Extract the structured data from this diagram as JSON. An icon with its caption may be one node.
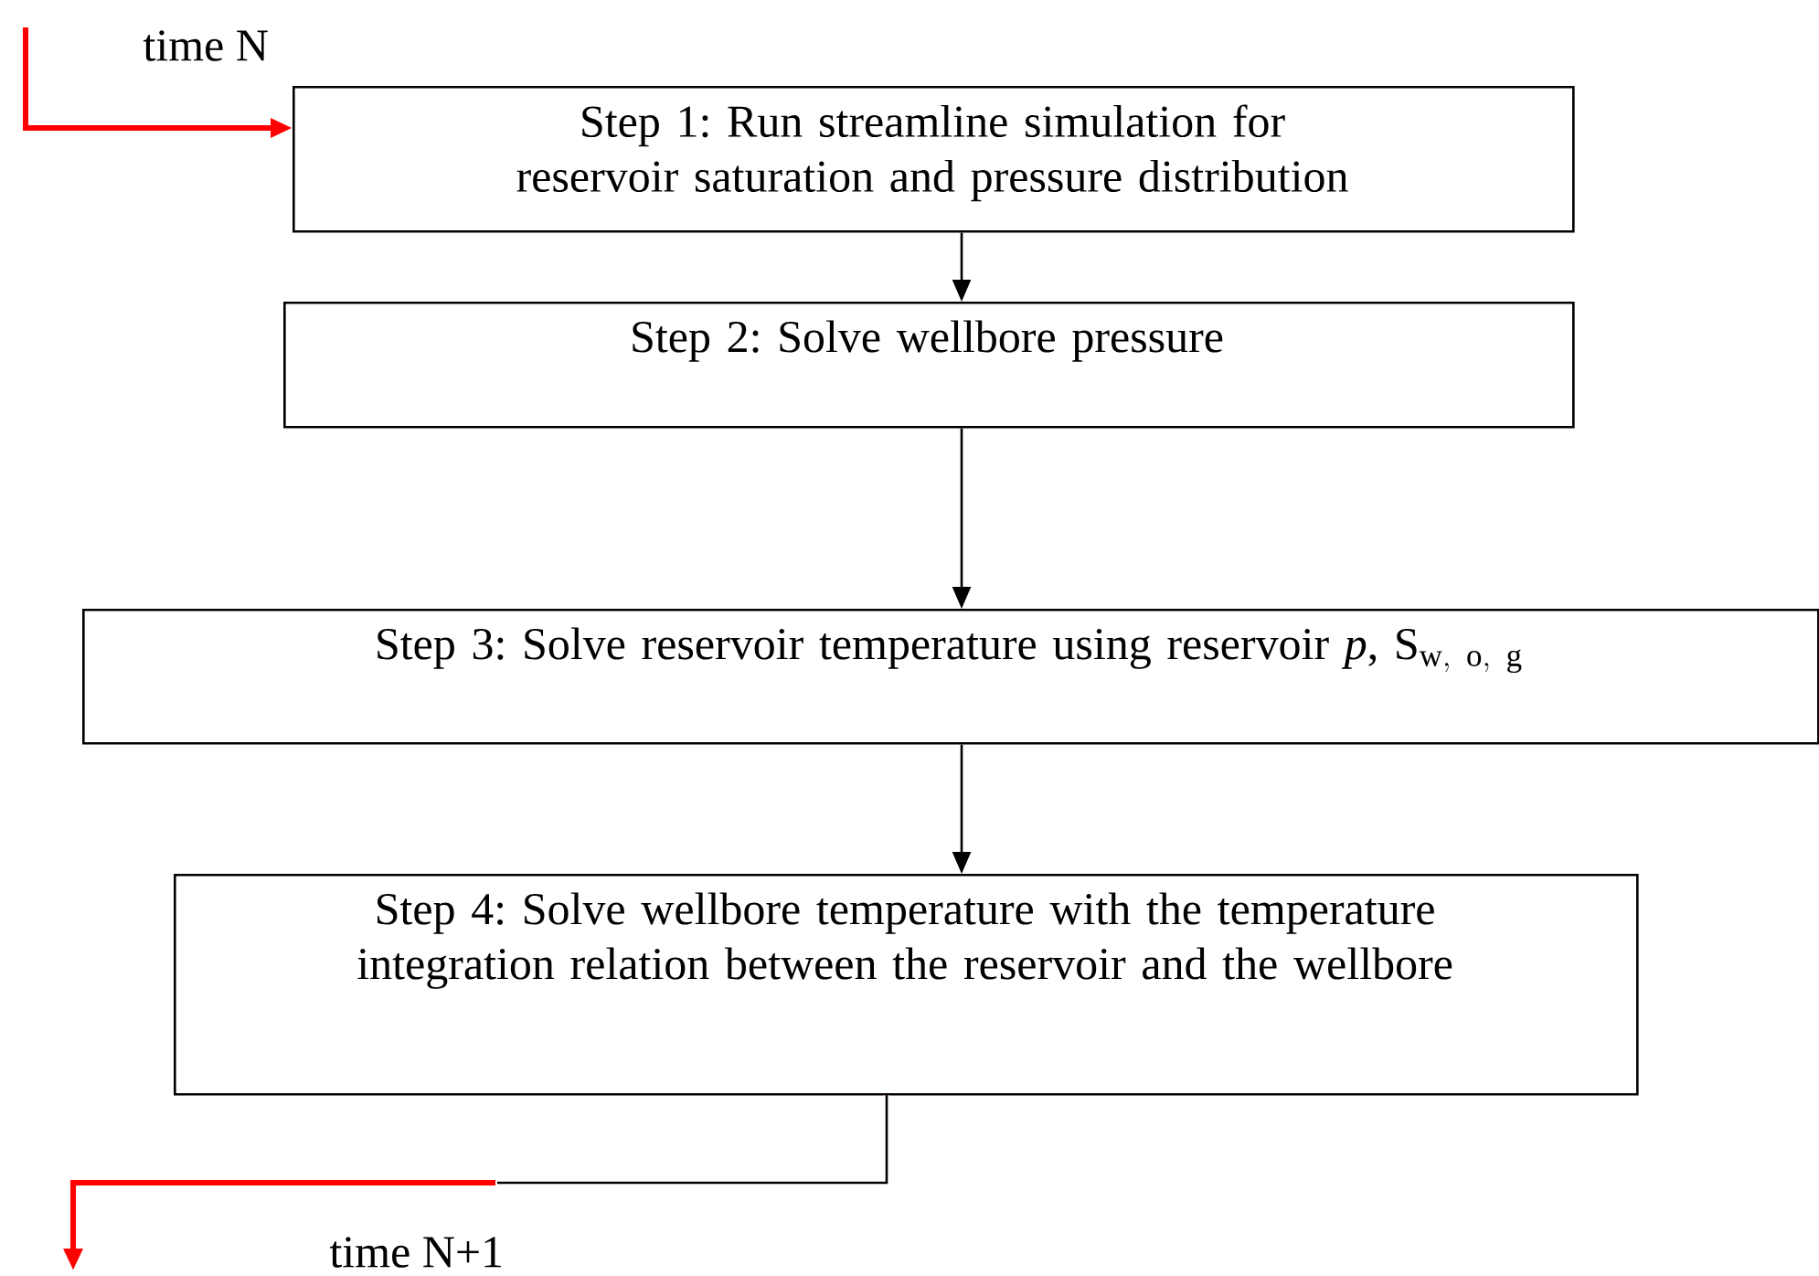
{
  "diagram": {
    "nodes": [
      {
        "text": [
          "Step 1: Run streamline simulation for reservoir saturation and pressure distribution"
        ]
      },
      {
        "text": [
          "Step 2: Solve wellbore pressure"
        ]
      },
      {
        "text": [
          "Step 3: Solve reservoir temperature using reservoir *p*,",
          "\\mathrm{S}_{\\mathrm{w,\\ o,\\ g}}"
        ]
      },
      {
        "text": [
          "Step 4: Solve wellbore temperature with the temperature integration relation between the reservoir and the wellbore"
        ]
      }
    ],
    "edges": [
      {
        "from": null,
        "to": 0,
        "arrow": "to",
        "style": "thick",
        "color": "#ff0000"
      },
      {
        "from": 0,
        "to": 1,
        "arrow": "to"
      },
      {
        "from": 1,
        "to": 2,
        "arrow": "to"
      },
      {
        "from": 2,
        "to": 3,
        "arrow": "to"
      },
      {
        "from": 3,
        "to": null,
        "arrow": "to",
        "style": "thick",
        "color": "#ff0000"
      }
    ],
    "labels": [
      "time N",
      "time N+1"
    ]
  }
}
